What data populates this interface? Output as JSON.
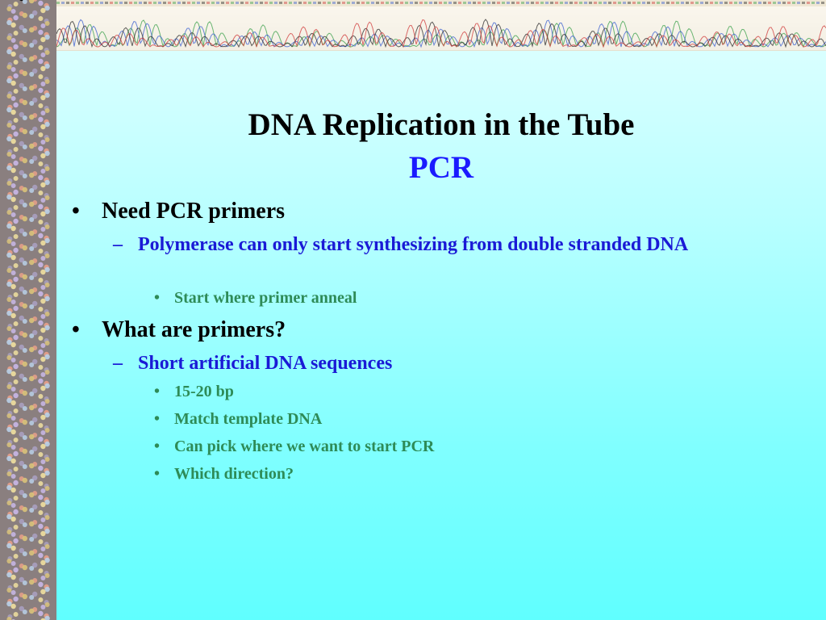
{
  "slide": {
    "title": "DNA Replication in the Tube",
    "subtitle": "PCR"
  },
  "bullets": [
    {
      "text": "Need PCR primers",
      "sub": [
        {
          "text": "Polymerase can only start synthesizing from double stranded DNA",
          "items": [
            "Start where primer anneal"
          ]
        }
      ]
    },
    {
      "text": "What are primers?",
      "sub": [
        {
          "text": "Short artificial DNA sequences",
          "items": [
            "15-20 bp",
            "Match template DNA",
            "Can pick where we want to start PCR",
            "Which direction?"
          ]
        }
      ]
    }
  ],
  "markers": {
    "level1": "•",
    "level2": "–",
    "level3": "•"
  },
  "colors": {
    "title": "#000000",
    "subtitle": "#1a1aff",
    "level1": "#000000",
    "level2": "#1a1ad6",
    "level3": "#2e8b57",
    "background_top": "#e3ffff",
    "background_bottom": "#60ffff"
  }
}
